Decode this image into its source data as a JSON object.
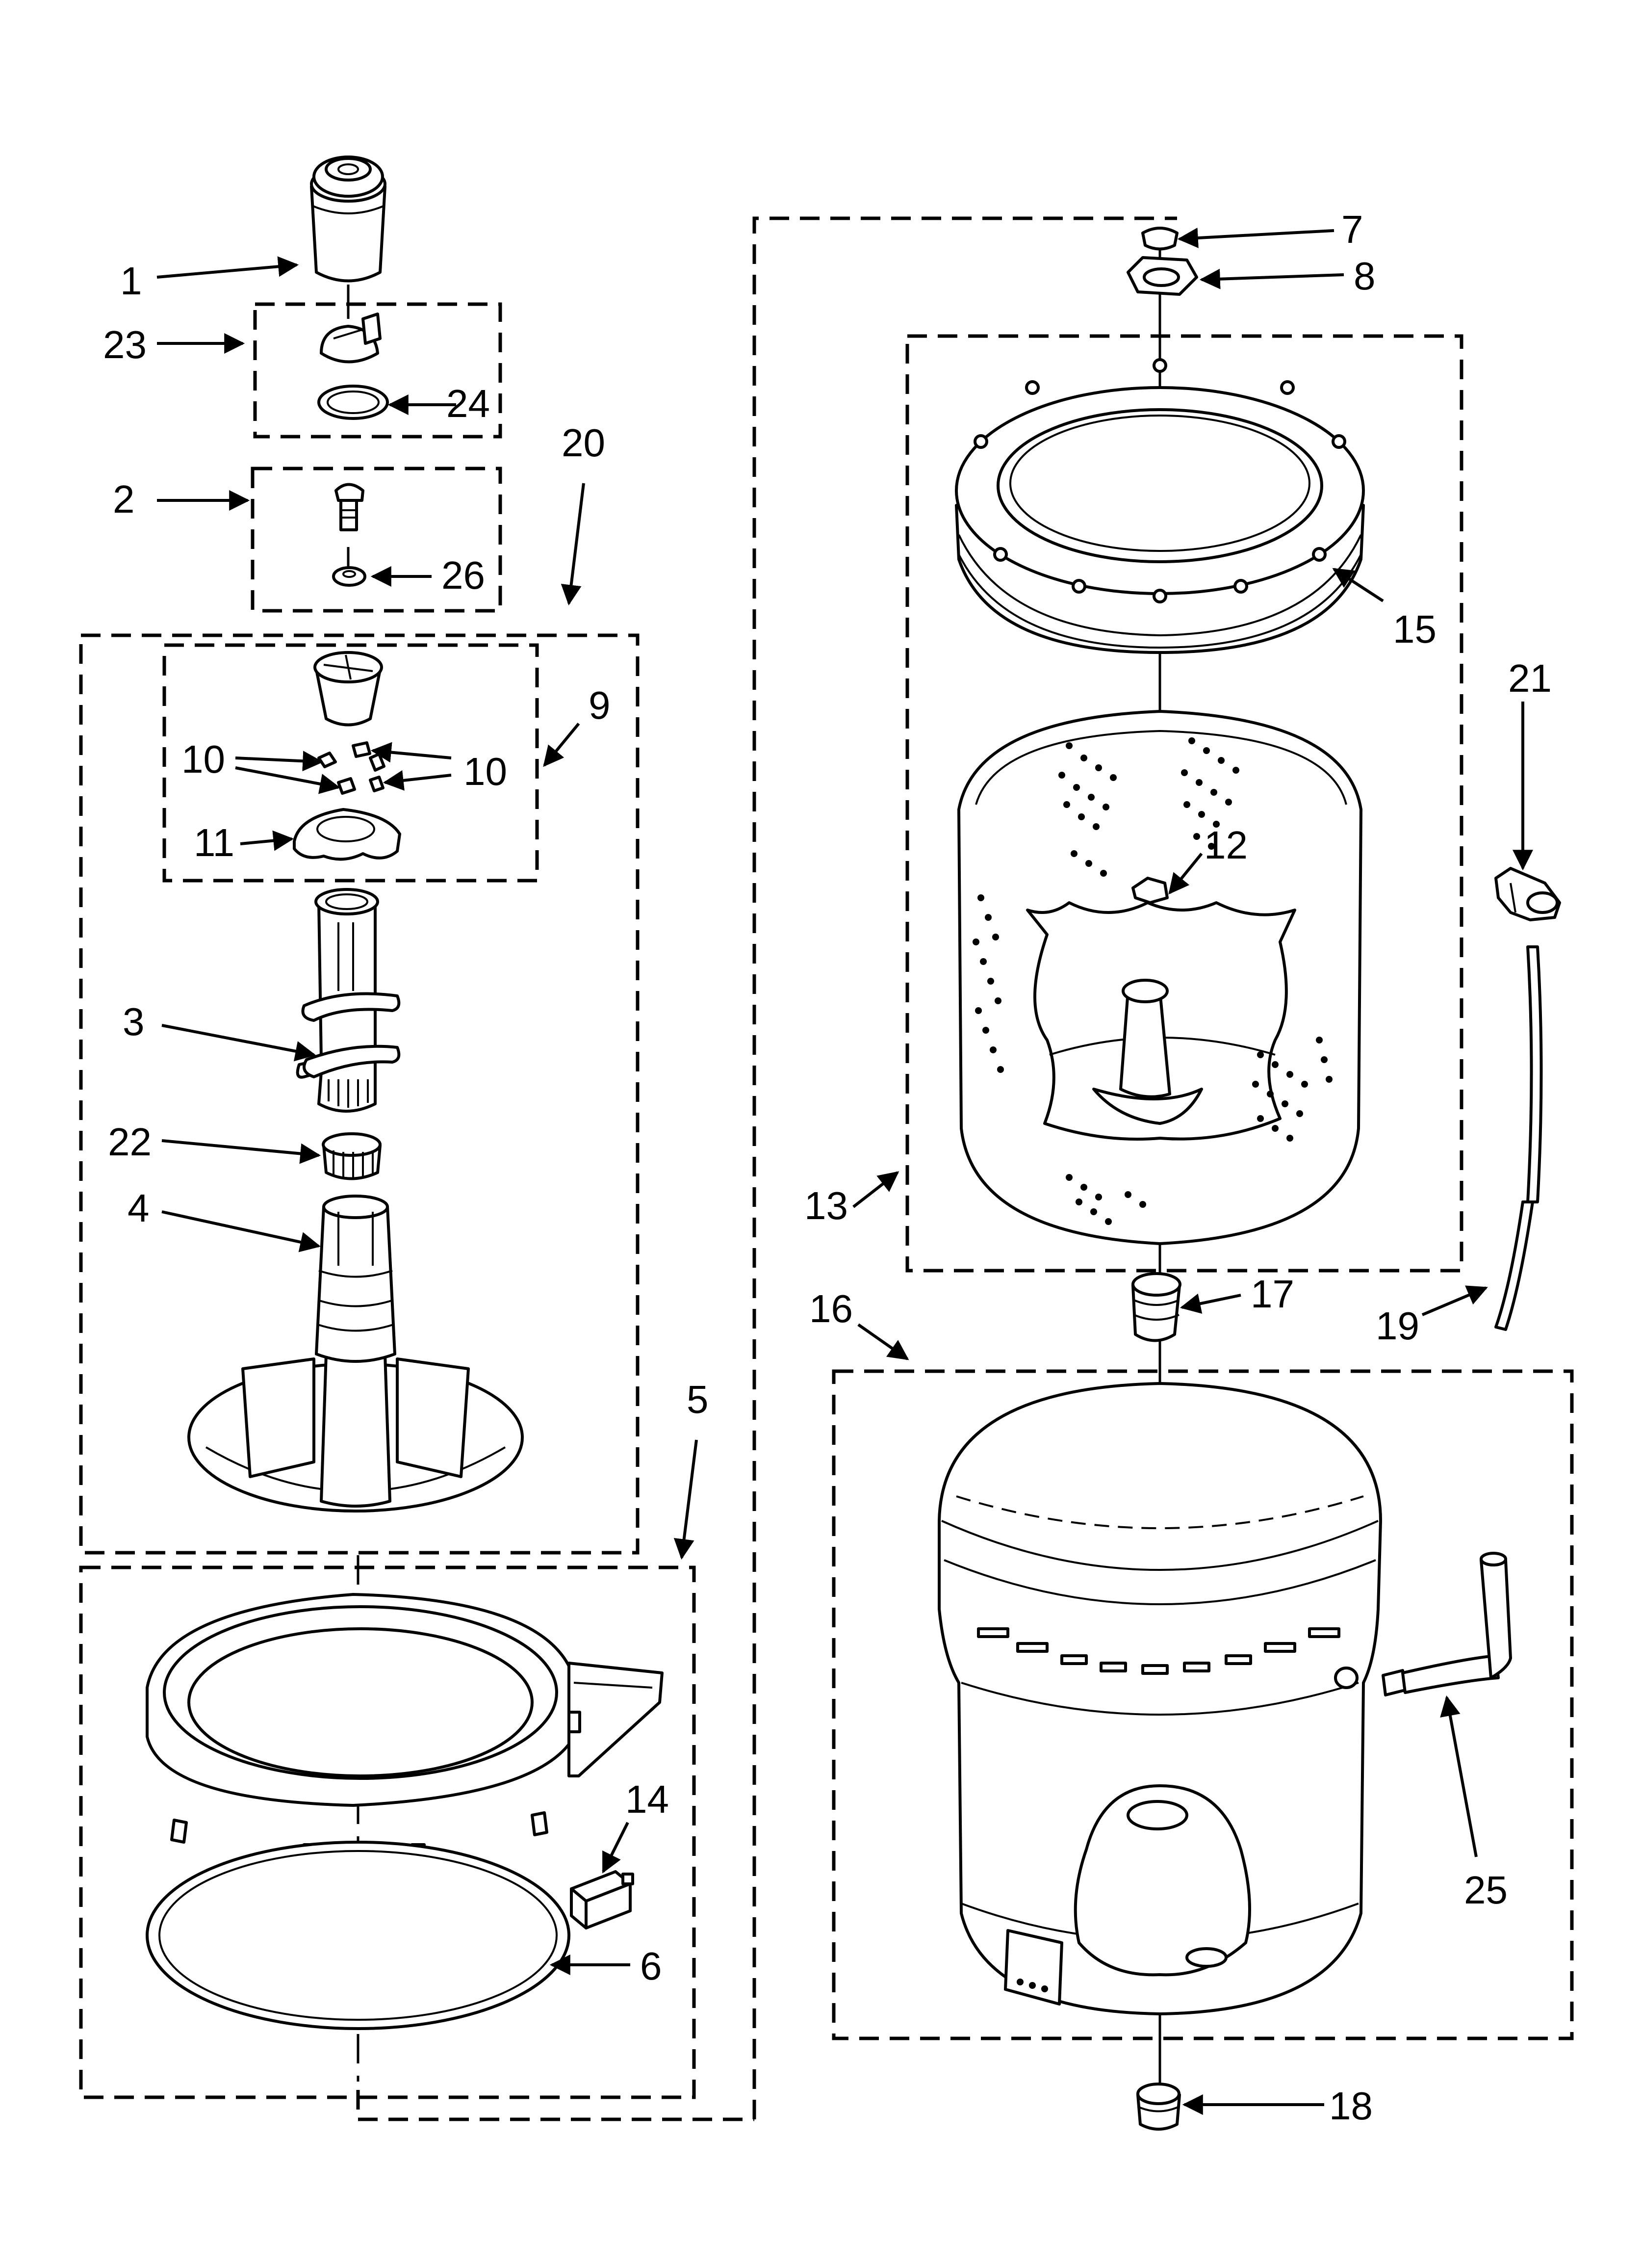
{
  "labels": {
    "l1": "1",
    "l2": "2",
    "l3": "3",
    "l4": "4",
    "l5": "5",
    "l6": "6",
    "l7": "7",
    "l8": "8",
    "l9": "9",
    "l10a": "10",
    "l10b": "10",
    "l11": "11",
    "l12": "12",
    "l13": "13",
    "l14": "14",
    "l15": "15",
    "l16": "16",
    "l17": "17",
    "l18": "18",
    "l19": "19",
    "l20": "20",
    "l21": "21",
    "l22": "22",
    "l23": "23",
    "l24": "24",
    "l25": "25",
    "l26": "26"
  }
}
